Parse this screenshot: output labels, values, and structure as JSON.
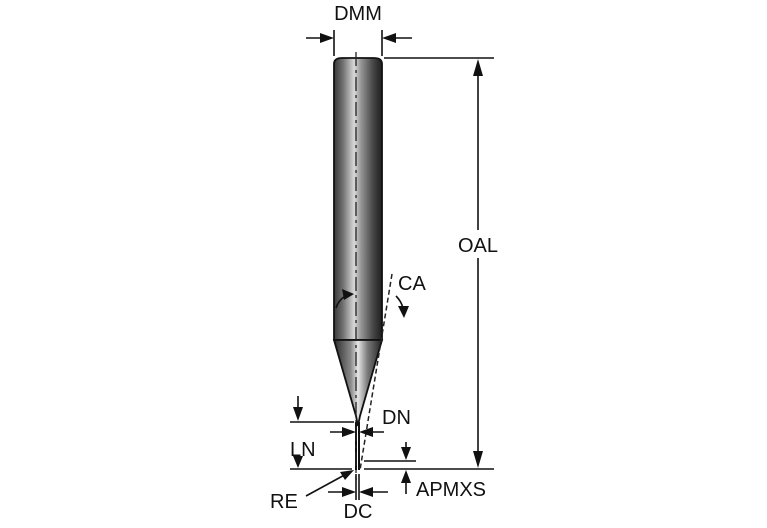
{
  "labels": {
    "dmm": "DMM",
    "oal": "OAL",
    "ca": "CA",
    "dn": "DN",
    "ln": "LN",
    "apmxs": "APMXS",
    "re": "RE",
    "dc": "DC"
  },
  "colors": {
    "line": "#111111",
    "tool_dark": "#2a2a2a",
    "tool_light": "#bdbdbd"
  }
}
